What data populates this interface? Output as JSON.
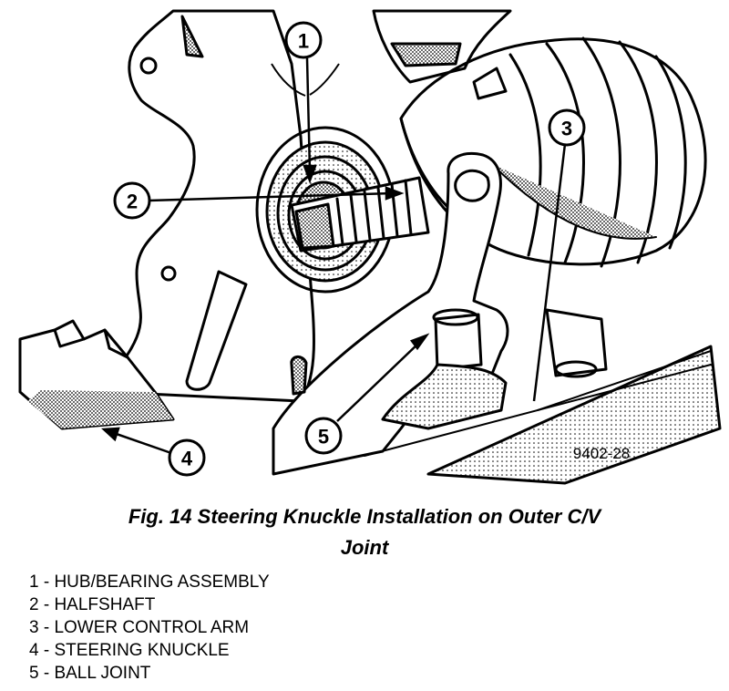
{
  "figure": {
    "id": "9402-28",
    "callouts": [
      {
        "number": "1"
      },
      {
        "number": "2"
      },
      {
        "number": "3"
      },
      {
        "number": "4"
      },
      {
        "number": "5"
      }
    ]
  },
  "caption": {
    "line1": "Fig. 14 Steering Knuckle Installation on Outer C/V",
    "line2": "Joint"
  },
  "legend": [
    "1 - HUB/BEARING ASSEMBLY",
    "2 - HALFSHAFT",
    "3 - LOWER CONTROL ARM",
    "4 - STEERING KNUCKLE",
    "5 - BALL JOINT"
  ]
}
